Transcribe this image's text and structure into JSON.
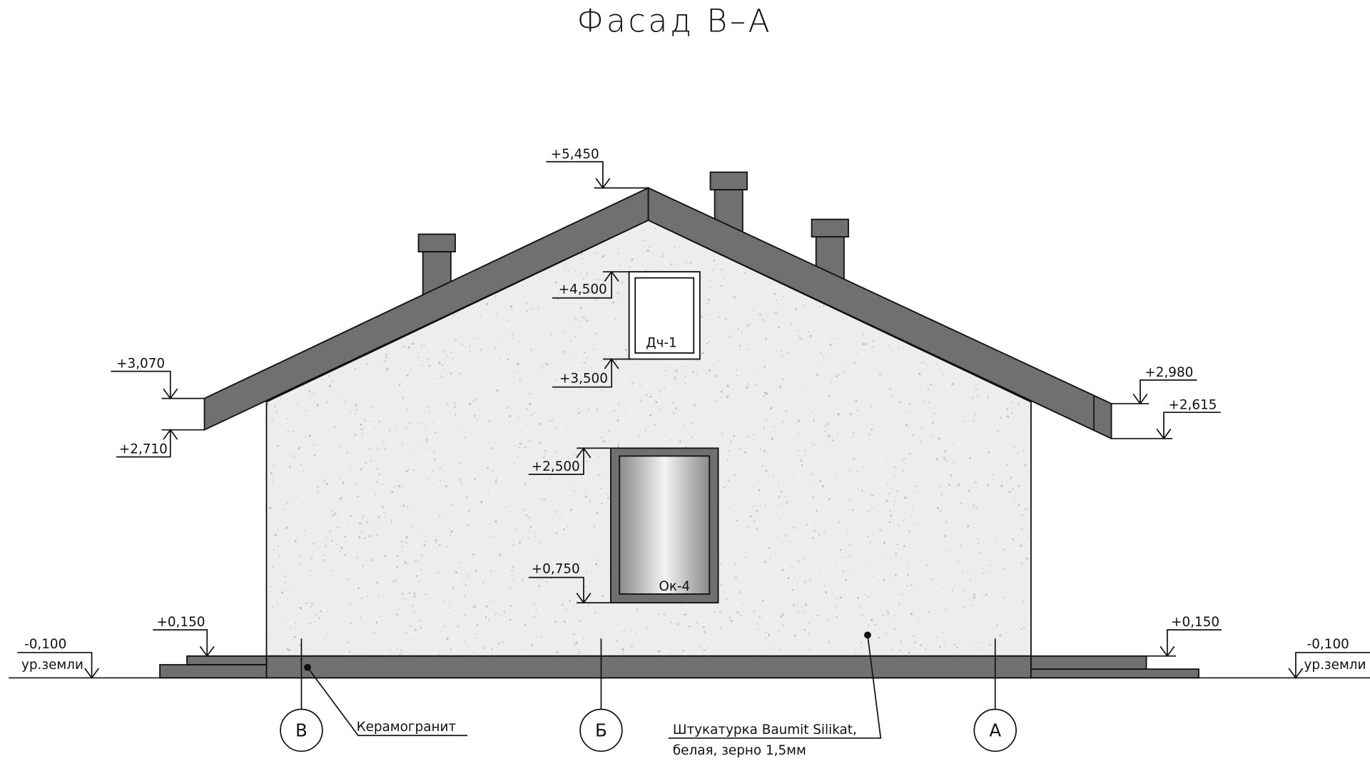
{
  "title": "Фасад В–А",
  "elevations": {
    "ridge": "+5,450",
    "dormer_top": "+4,500",
    "dormer_bottom": "+3,500",
    "left_eave_top": "+3,070",
    "left_eave_bottom": "+2,710",
    "window_top": "+2,500",
    "window_bottom": "+0,750",
    "left_plinth": "+0,150",
    "left_ground": "-0,100",
    "right_eave_top": "+2,980",
    "right_eave_bottom": "+2,615",
    "right_plinth": "+0,150",
    "right_ground": "-0,100",
    "ground_label": "ур.земли"
  },
  "windows": {
    "dormer": "Дч-1",
    "main": "Ок-4"
  },
  "axes": [
    "В",
    "Б",
    "А"
  ],
  "notes": {
    "plinth": "Керамогранит",
    "plaster_line1": "Штукатурка Baumit Silikat,",
    "plaster_line2": "белая, зерно 1,5мм"
  },
  "colors": {
    "roof": "#707070",
    "plaster": "#ededed",
    "line": "#111111"
  }
}
